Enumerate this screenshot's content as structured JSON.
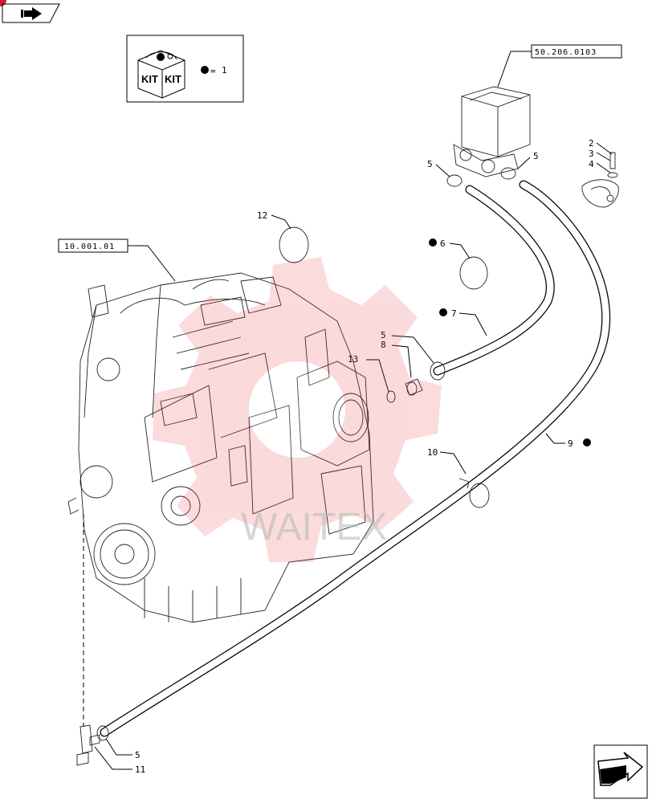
{
  "kit_box": {
    "kit_text_1": "KIT",
    "kit_text_2": "KIT",
    "kit_equals": "=",
    "kit_part": "1"
  },
  "references": {
    "engine_ref": "10.001.01",
    "heater_ref": "50.206.0103"
  },
  "callouts": {
    "c2": "2",
    "c3": "3",
    "c4": "4",
    "c5_left": "5",
    "c5_right": "5",
    "c5_mid": "5",
    "c5_bottom": "5",
    "c6": "6",
    "c7": "7",
    "c8": "8",
    "c9": "9",
    "c10": "10",
    "c11": "11",
    "c12": "12",
    "c13": "13"
  },
  "watermark": {
    "text": "WAITEX",
    "color": "#e83a3a"
  },
  "colors": {
    "ink": "#000000",
    "marker": "#000000",
    "corner_badge": "#d61f2a"
  },
  "icons": [
    "kit-icon",
    "nav-arrow-icon",
    "next-page-arrow-icon"
  ]
}
